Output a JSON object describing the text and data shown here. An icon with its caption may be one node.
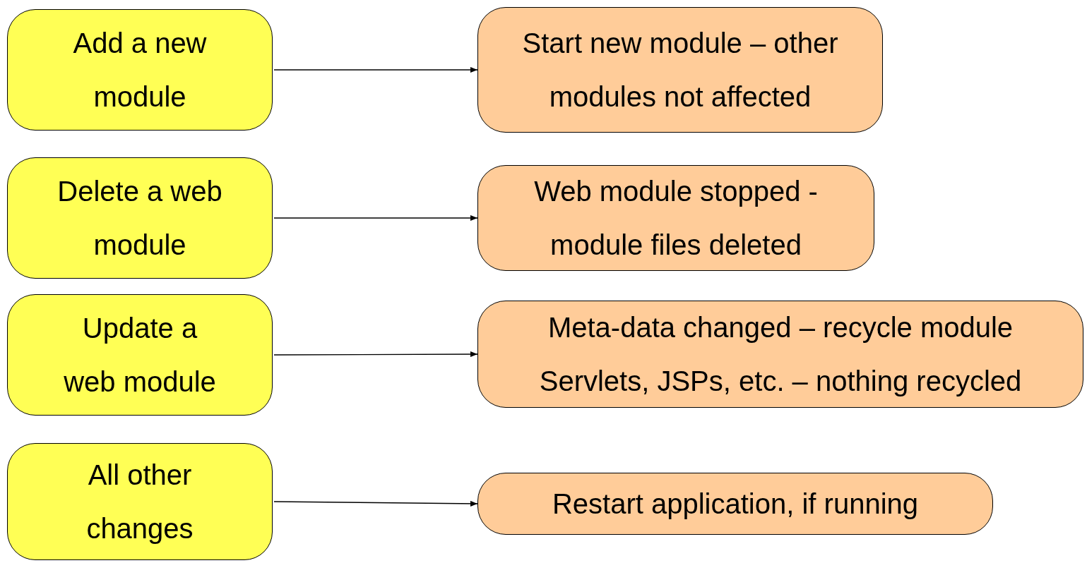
{
  "diagram": {
    "nodes": [
      {
        "text": [
          "Add a new module"
        ]
      },
      {
        "text": [
          "Start new module – other modules not affected"
        ]
      },
      {
        "text": [
          "Delete a web module"
        ]
      },
      {
        "text": [
          "Web module stopped - module files deleted"
        ]
      },
      {
        "text": [
          "Update a web module"
        ]
      },
      {
        "text": [
          "Meta-data changed – recycle module",
          "Servlets, JSPs, etc. – nothing recycled"
        ]
      },
      {
        "text": [
          "All other changes"
        ]
      },
      {
        "text": [
          "Restart application, if running"
        ]
      }
    ],
    "edges": [
      {
        "from": 0,
        "to": 1,
        "arrow": "to"
      },
      {
        "from": 2,
        "to": 3,
        "arrow": "to"
      },
      {
        "from": 4,
        "to": 5,
        "arrow": "to"
      },
      {
        "from": 6,
        "to": 7,
        "arrow": "to"
      }
    ]
  }
}
